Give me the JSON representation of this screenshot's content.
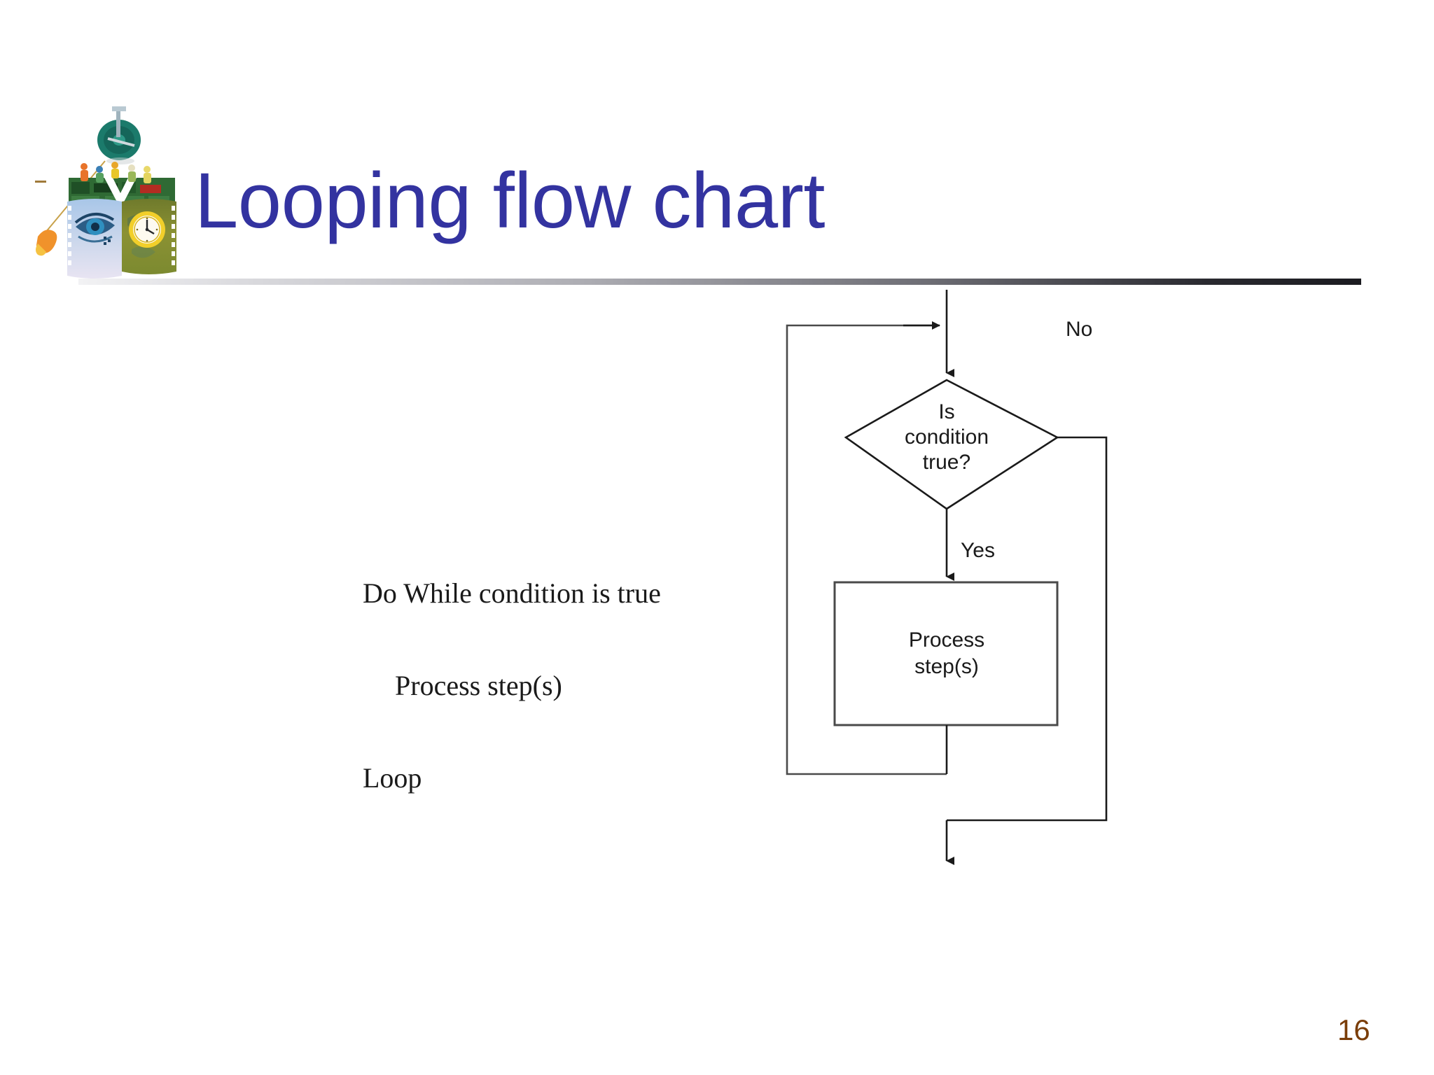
{
  "slide": {
    "background_color": "#ffffff",
    "title": "Looping flow chart",
    "title_color": "#3333a0",
    "page_number": "16",
    "page_number_color": "#7a3d08",
    "rule_gradient_from": "#f2f2f4",
    "rule_gradient_to": "#1b1b20"
  },
  "logo": {
    "name": "collage-illustration",
    "description": "decorative collage of circuit board, eye, clock, pulley and workers"
  },
  "pseudocode": {
    "lines": [
      {
        "text": "Do While condition is true",
        "indent": false
      },
      {
        "text": "Process step(s)",
        "indent": true
      },
      {
        "text": "Loop",
        "indent": false
      }
    ]
  },
  "chart_data": {
    "type": "diagram",
    "title": "Looping flow chart",
    "nodes": [
      {
        "id": "decision",
        "shape": "diamond",
        "text": "Is condition true?",
        "lines": [
          "Is",
          "condition",
          "true?"
        ]
      },
      {
        "id": "process",
        "shape": "rectangle",
        "text": "Process step(s)",
        "lines": [
          "Process",
          "step(s)"
        ]
      }
    ],
    "edge_labels": [
      {
        "id": "no-label",
        "text": "No"
      },
      {
        "id": "yes-label",
        "text": "Yes"
      }
    ],
    "edges": [
      {
        "from": "entry",
        "to": "decision",
        "label": ""
      },
      {
        "from": "decision",
        "to": "process",
        "label": "Yes"
      },
      {
        "from": "decision",
        "to": "exit",
        "label": "No"
      },
      {
        "from": "process",
        "to": "decision",
        "label": ""
      }
    ],
    "stroke_color": "#1a1a1a"
  }
}
